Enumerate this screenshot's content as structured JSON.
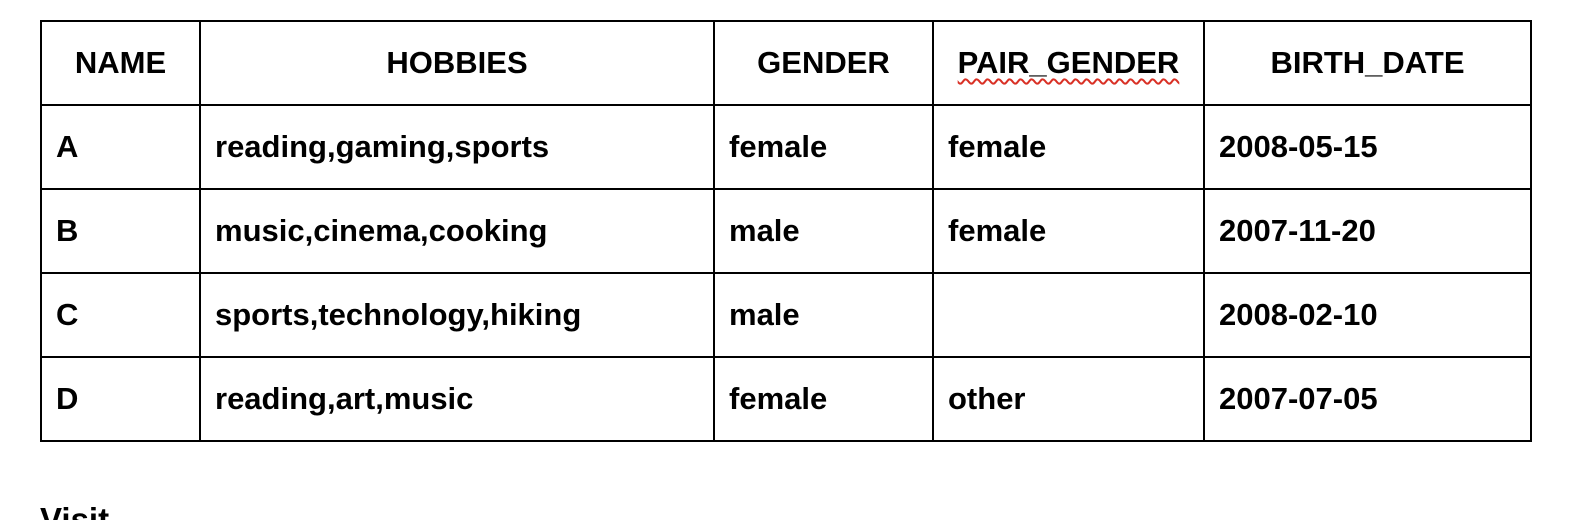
{
  "table": {
    "columns": [
      "NAME",
      "HOBBIES",
      "GENDER",
      "PAIR_GENDER",
      "BIRTH_DATE"
    ],
    "rows": [
      [
        "A",
        "reading,gaming,sports",
        "female",
        "female",
        "2008-05-15"
      ],
      [
        "B",
        "music,cinema,cooking",
        "male",
        "female",
        "2007-11-20"
      ],
      [
        "C",
        "sports,technology,hiking",
        "male",
        "",
        "2008-02-10"
      ],
      [
        "D",
        "reading,art,music",
        "female",
        "other",
        "2007-07-05"
      ]
    ]
  },
  "next_heading": "Visit"
}
